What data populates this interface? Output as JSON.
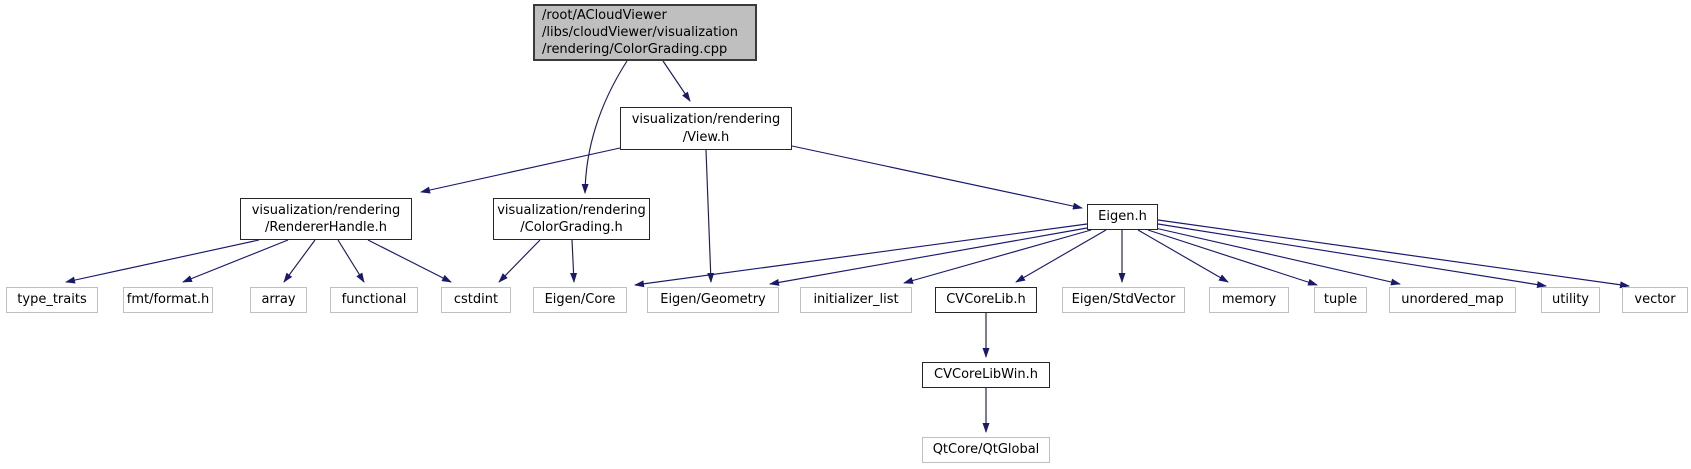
{
  "diagram": {
    "type": "include-dependency-graph",
    "nodes": [
      {
        "id": "colorgrading-cpp",
        "label": "/root/ACloudViewer\n/libs/cloudViewer/visualization\n/rendering/ColorGrading.cpp",
        "kind": "current"
      },
      {
        "id": "view-h",
        "label": "visualization/rendering\n/View.h",
        "kind": "linked"
      },
      {
        "id": "rendererhandle-h",
        "label": "visualization/rendering\n/RendererHandle.h",
        "kind": "linked"
      },
      {
        "id": "colorgrading-h",
        "label": "visualization/rendering\n/ColorGrading.h",
        "kind": "linked"
      },
      {
        "id": "eigen-h",
        "label": "Eigen.h",
        "kind": "linked"
      },
      {
        "id": "type-traits",
        "label": "type_traits",
        "kind": "plain"
      },
      {
        "id": "fmt-format-h",
        "label": "fmt/format.h",
        "kind": "plain"
      },
      {
        "id": "array",
        "label": "array",
        "kind": "plain"
      },
      {
        "id": "functional",
        "label": "functional",
        "kind": "plain"
      },
      {
        "id": "cstdint",
        "label": "cstdint",
        "kind": "plain"
      },
      {
        "id": "eigen-core",
        "label": "Eigen/Core",
        "kind": "plain"
      },
      {
        "id": "eigen-geometry",
        "label": "Eigen/Geometry",
        "kind": "plain"
      },
      {
        "id": "initializer-list",
        "label": "initializer_list",
        "kind": "plain"
      },
      {
        "id": "cvcorelib-h",
        "label": "CVCoreLib.h",
        "kind": "linked"
      },
      {
        "id": "eigen-stdvector",
        "label": "Eigen/StdVector",
        "kind": "plain"
      },
      {
        "id": "memory",
        "label": "memory",
        "kind": "plain"
      },
      {
        "id": "tuple",
        "label": "tuple",
        "kind": "plain"
      },
      {
        "id": "unordered-map",
        "label": "unordered_map",
        "kind": "plain"
      },
      {
        "id": "utility",
        "label": "utility",
        "kind": "plain"
      },
      {
        "id": "vector",
        "label": "vector",
        "kind": "plain"
      },
      {
        "id": "cvcorelibwin-h",
        "label": "CVCoreLibWin.h",
        "kind": "linked"
      },
      {
        "id": "qtcore-qtglobal",
        "label": "QtCore/QtGlobal",
        "kind": "plain"
      }
    ],
    "edges": [
      [
        "colorgrading-cpp",
        "view-h"
      ],
      [
        "colorgrading-cpp",
        "colorgrading-h"
      ],
      [
        "view-h",
        "rendererhandle-h"
      ],
      [
        "view-h",
        "eigen-geometry"
      ],
      [
        "view-h",
        "eigen-h"
      ],
      [
        "rendererhandle-h",
        "type-traits"
      ],
      [
        "rendererhandle-h",
        "fmt-format-h"
      ],
      [
        "rendererhandle-h",
        "array"
      ],
      [
        "rendererhandle-h",
        "functional"
      ],
      [
        "rendererhandle-h",
        "cstdint"
      ],
      [
        "colorgrading-h",
        "cstdint"
      ],
      [
        "colorgrading-h",
        "eigen-core"
      ],
      [
        "eigen-h",
        "eigen-core"
      ],
      [
        "eigen-h",
        "eigen-geometry"
      ],
      [
        "eigen-h",
        "initializer-list"
      ],
      [
        "eigen-h",
        "cvcorelib-h"
      ],
      [
        "eigen-h",
        "eigen-stdvector"
      ],
      [
        "eigen-h",
        "memory"
      ],
      [
        "eigen-h",
        "tuple"
      ],
      [
        "eigen-h",
        "unordered-map"
      ],
      [
        "eigen-h",
        "utility"
      ],
      [
        "eigen-h",
        "vector"
      ],
      [
        "cvcorelib-h",
        "cvcorelibwin-h"
      ],
      [
        "cvcorelibwin-h",
        "qtcore-qtglobal"
      ]
    ]
  },
  "colors": {
    "edge": "#191970",
    "current_node_fill": "#bfbfbf",
    "node_fill": "#ffffff",
    "linked_border": "#262626",
    "plain_border": "#bfbfbf",
    "text": "#000000"
  }
}
